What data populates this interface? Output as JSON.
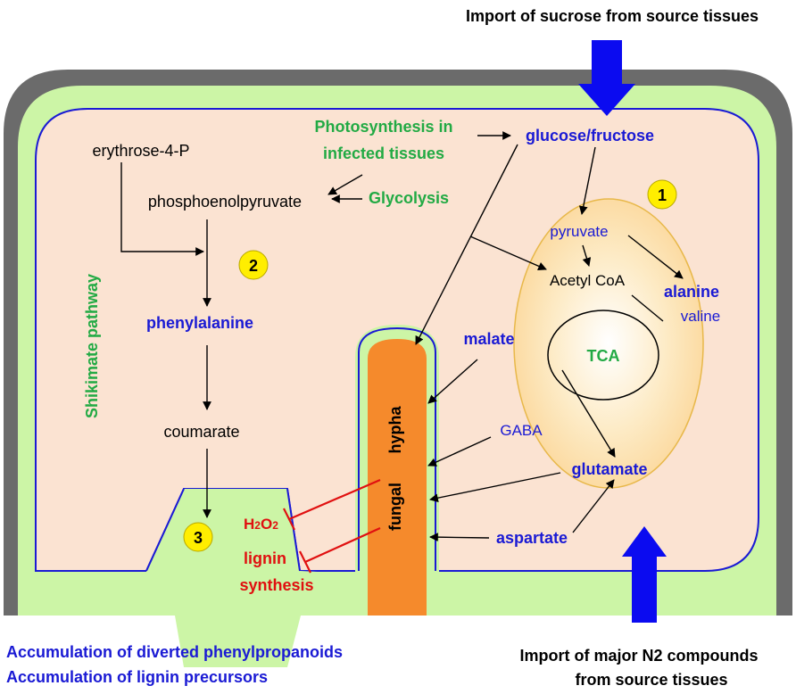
{
  "labels": {
    "import_sucrose": "Import of sucrose from source tissues",
    "import_n2_line1": "Import of major N2  compounds",
    "import_n2_line2": "from source tissues",
    "photosynthesis_line1": "Photosynthesis in",
    "photosynthesis_line2": "infected tissues",
    "glycolysis": "Glycolysis",
    "glucose_fructose": "glucose/fructose",
    "erythrose": "erythrose-4-P",
    "pep": "phosphoenolpyruvate",
    "pyruvate": "pyruvate",
    "acetyl_coa": "Acetyl CoA",
    "alanine": "alanine",
    "valine": "valine",
    "tca": "TCA",
    "phenylalanine": "phenylalanine",
    "coumarate": "coumarate",
    "shikimate": "Shikimate  pathway",
    "malate": "malate",
    "gaba": "GABA",
    "glutamate": "glutamate",
    "aspartate": "aspartate",
    "h2o2_h": "H",
    "h2o2_2a": "2",
    "h2o2_o": "O",
    "h2o2_2b": "2",
    "lignin": "lignin",
    "synthesis": "synthesis",
    "fungal": "fungal",
    "hypha": "hypha",
    "accum_phenyl": "Accumulation of diverted phenylpropanoids",
    "accum_lignin": "Accumulation of lignin precursors"
  },
  "badges": {
    "one": "1",
    "two": "2",
    "three": "3"
  },
  "colors": {
    "cell_wall": "#6b6b6b",
    "membrane_zone": "#ccf5a6",
    "cytoplasm": "#fbe3d2",
    "mitochondrion": "#fde6b8",
    "hypha": "#f58a2c",
    "import_arrow": "#0b0bf0",
    "blue_text": "#1a1ad4",
    "green_text": "#22aa44",
    "red_text": "#e01010",
    "badge": "#ffee00"
  }
}
